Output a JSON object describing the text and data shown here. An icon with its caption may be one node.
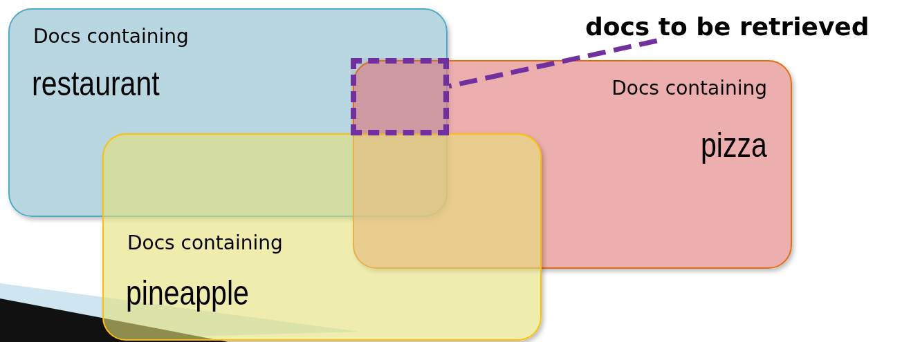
{
  "diagram": {
    "nodes": [
      {
        "text": [
          "Docs containing",
          "restaurant"
        ]
      },
      {
        "text": [
          "Docs containing",
          "pizza"
        ]
      },
      {
        "text": [
          "Docs containing",
          "pineapple"
        ]
      },
      {
        "text": [],
        "shape": "box"
      },
      {
        "text": [
          "docs to be retrieved"
        ]
      }
    ],
    "edges": [
      {
        "from": 4,
        "to": 3,
        "arrow": "none",
        "style": "dashed",
        "color": "#7030a0"
      }
    ]
  }
}
